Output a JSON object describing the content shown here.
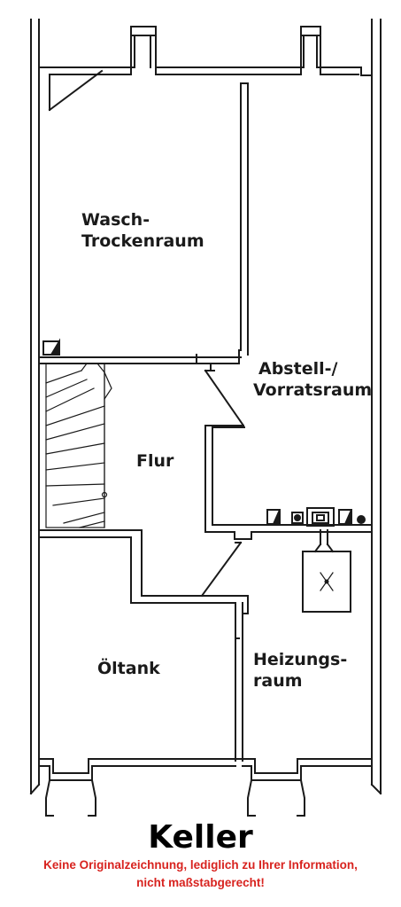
{
  "rooms": {
    "wasch_line1": "Wasch-",
    "wasch_line2": "Trockenraum",
    "abstell_line1": "Abstell-/",
    "abstell_line2": "Vorratsraum",
    "flur": "Flur",
    "oeltank": "Öltank",
    "heizung_line1": "Heizungs-",
    "heizung_line2": "raum"
  },
  "title": "Keller",
  "disclaimer_line1": "Keine Originalzeichnung, lediglich zu Ihrer Information,",
  "disclaimer_line2": "nicht maßstabgerecht!",
  "colors": {
    "wall": "#1a1a1a",
    "disclaimer": "#d8231f"
  }
}
